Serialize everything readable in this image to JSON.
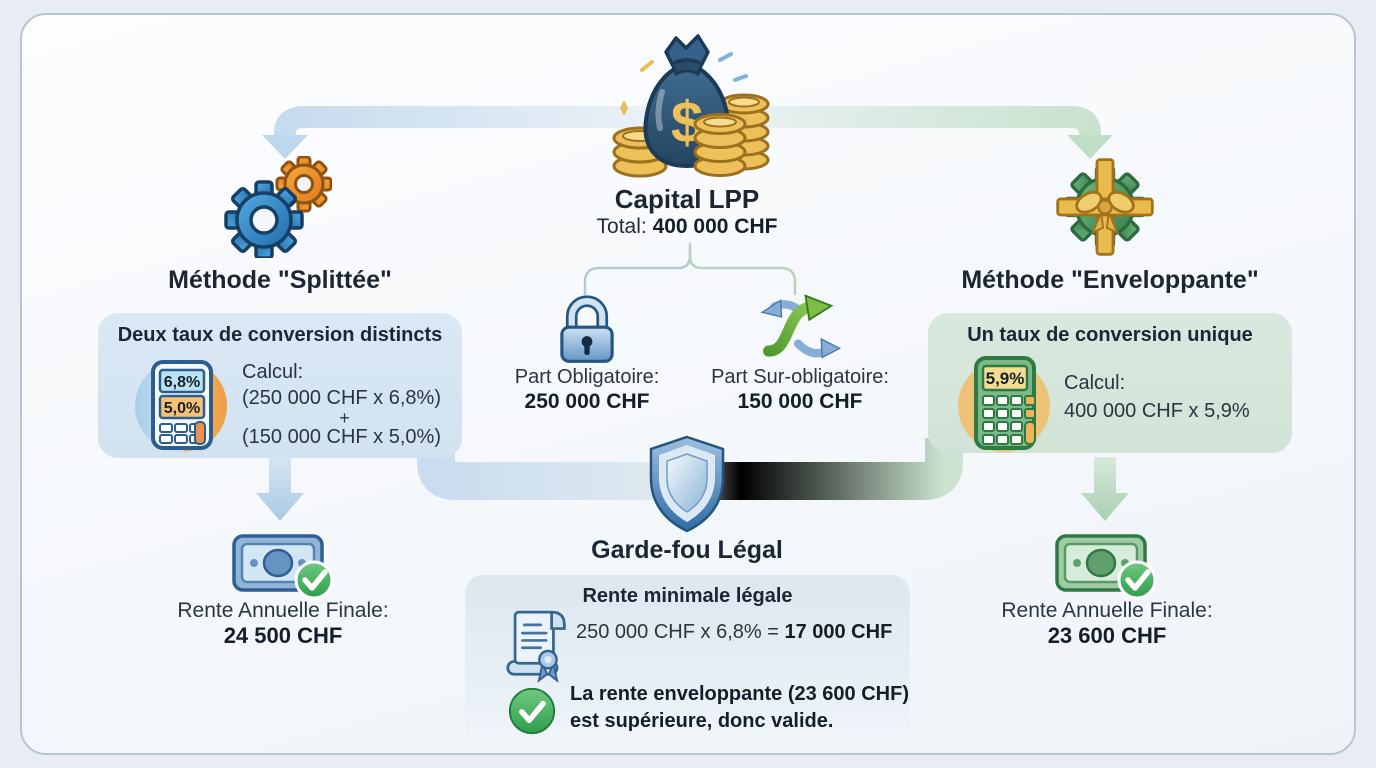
{
  "capital": {
    "title": "Capital LPP",
    "total_label": "Total:",
    "total_value": "400 000 CHF"
  },
  "parts": {
    "mandatory_label": "Part Obligatoire:",
    "mandatory_value": "250 000 CHF",
    "extra_label": "Part Sur-obligatoire:",
    "extra_value": "150 000 CHF"
  },
  "split": {
    "title": "Méthode \"Splittée\"",
    "box_title": "Deux taux de conversion distincts",
    "display_top": "6,8%",
    "display_bottom": "5,0%",
    "calc_label": "Calcul:",
    "calc_line1": "(250 000 CHF x 6,8%)",
    "calc_plus": "+",
    "calc_line2": "(150 000 CHF x 5,0%)",
    "result_label": "Rente Annuelle Finale:",
    "result_value": "24 500 CHF"
  },
  "envelope": {
    "title": "Méthode \"Enveloppante\"",
    "box_title": "Un taux de conversion unique",
    "display": "5,9%",
    "calc_label": "Calcul:",
    "calc_line1": "400 000 CHF x 5,9%",
    "result_label": "Rente Annuelle Finale:",
    "result_value": "23 600 CHF"
  },
  "guard": {
    "title": "Garde-fou Légal",
    "box_title": "Rente minimale légale",
    "formula_prefix": "250 000 CHF x 6,8% = ",
    "formula_result": "17 000 CHF",
    "conclusion_line1": "La rente enveloppante (23 600 CHF)",
    "conclusion_line2": "est supérieure, donc valide."
  },
  "icons": {
    "money_bag": "money-bag-icon",
    "gears": "gears-icon",
    "gift_gear": "gift-gear-icon",
    "lock": "lock-icon",
    "swap_arrows": "swap-arrows-icon",
    "calculator_split": "calculator-two-rates-icon",
    "calculator_env": "calculator-one-rate-icon",
    "banknote_blue": "banknote-check-icon",
    "banknote_green": "banknote-check-icon",
    "shield": "shield-icon",
    "scroll": "scroll-certificate-icon",
    "check_circle": "check-circle-icon"
  },
  "colors": {
    "accent_blue": "#2f6da8",
    "accent_green": "#3f9e53",
    "accent_orange": "#ef8f2d",
    "accent_gold": "#e6b94f",
    "band_blue": "#c6dbee",
    "band_green": "#c9e2cf",
    "box_blue": "#d8e6f2",
    "box_green": "#d6e7db",
    "card_border": "#b5c5d6",
    "text_dark": "#1c2633"
  }
}
